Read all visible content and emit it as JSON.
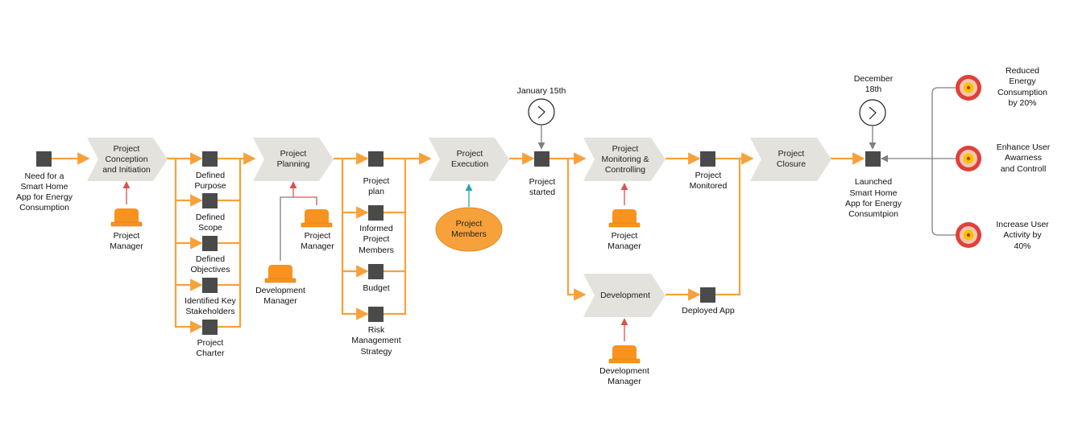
{
  "colors": {
    "flow": "#f7a13a",
    "process_fill": "#e4e2dc",
    "node": "#4a4a4a",
    "role": "#f7931e",
    "control_arrow": "#d9534f",
    "members": "#f7a13a",
    "members_arrow": "#2aa6b0",
    "timer_line": "#808080",
    "goal_outer": "#e0403a",
    "goal_middle": "#f6c6b0",
    "goal_inner": "#f5c400"
  },
  "processes": [
    {
      "id": "conception",
      "lines": [
        "Project",
        "Conception",
        "and Initiation"
      ]
    },
    {
      "id": "planning",
      "lines": [
        "Project",
        "Planning"
      ]
    },
    {
      "id": "execution",
      "lines": [
        "Project",
        "Execution"
      ]
    },
    {
      "id": "monitoring",
      "lines": [
        "Project",
        "Monitoring &",
        "Controlling"
      ]
    },
    {
      "id": "closure",
      "lines": [
        "Project",
        "Closure"
      ]
    },
    {
      "id": "development",
      "lines": [
        "Development"
      ]
    }
  ],
  "nodes": [
    {
      "id": "need",
      "lines": [
        "Need for a",
        "Smart Home",
        "App for Energy",
        "Consumption"
      ]
    },
    {
      "id": "purpose",
      "lines": [
        "Defined",
        "Purpose"
      ]
    },
    {
      "id": "scope",
      "lines": [
        "Defined",
        "Scope"
      ]
    },
    {
      "id": "objectives",
      "lines": [
        "Defined",
        "Objectives"
      ]
    },
    {
      "id": "stakeholders",
      "lines": [
        "Identified Key",
        "Stakeholders"
      ]
    },
    {
      "id": "charter",
      "lines": [
        "Project",
        "Charter"
      ]
    },
    {
      "id": "plan",
      "lines": [
        "Project",
        "plan"
      ]
    },
    {
      "id": "informed",
      "lines": [
        "Informed",
        "Project",
        "Members"
      ]
    },
    {
      "id": "budget",
      "lines": [
        "Budget"
      ]
    },
    {
      "id": "risk",
      "lines": [
        "Risk",
        "Management",
        "Strategy"
      ]
    },
    {
      "id": "started",
      "lines": [
        "Project",
        "started"
      ]
    },
    {
      "id": "monitored",
      "lines": [
        "Project",
        "Monitored"
      ]
    },
    {
      "id": "deployed",
      "lines": [
        "Deployed App"
      ]
    },
    {
      "id": "launched",
      "lines": [
        "Launched",
        "Smart Home",
        "App for Energy",
        "Consumtpion"
      ]
    }
  ],
  "roles": [
    {
      "id": "pm1",
      "lines": [
        "Project",
        "Manager"
      ]
    },
    {
      "id": "pm2",
      "lines": [
        "Project",
        "Manager"
      ]
    },
    {
      "id": "dm1",
      "lines": [
        "Development",
        "Manager"
      ]
    },
    {
      "id": "pm3",
      "lines": [
        "Project",
        "Manager"
      ]
    },
    {
      "id": "dm2",
      "lines": [
        "Development",
        "Manager"
      ]
    }
  ],
  "members": {
    "lines": [
      "Project",
      "Members"
    ]
  },
  "timers": [
    {
      "id": "jan",
      "lines": [
        "January 15th"
      ]
    },
    {
      "id": "dec",
      "lines": [
        "December",
        "18th"
      ]
    }
  ],
  "goals": [
    {
      "id": "energy",
      "lines": [
        "Reduced",
        "Energy",
        "Consumption",
        "by 20%"
      ]
    },
    {
      "id": "awareness",
      "lines": [
        "Enhance User",
        "Awarness",
        "and Controll"
      ]
    },
    {
      "id": "activity",
      "lines": [
        "Increase User",
        "Activity by",
        "40%"
      ]
    }
  ]
}
